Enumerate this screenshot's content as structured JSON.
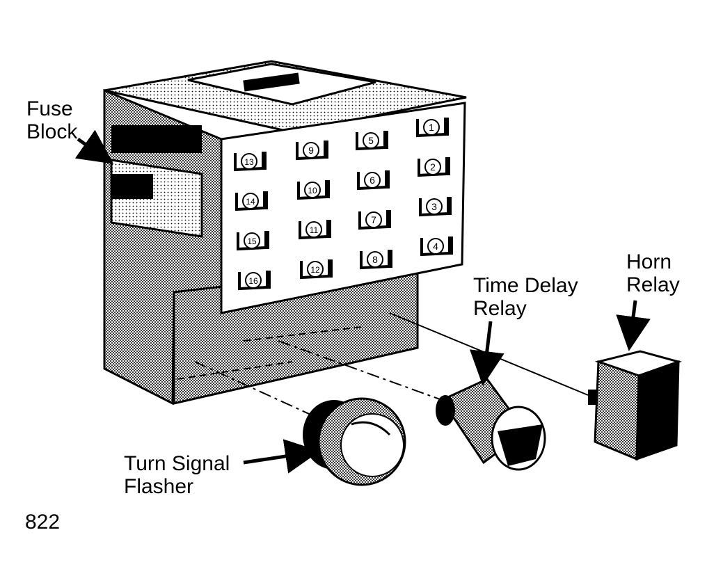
{
  "labels": {
    "fuse_block": [
      "Fuse",
      "Block"
    ],
    "time_delay_relay": [
      "Time Delay",
      "Relay"
    ],
    "horn_relay": [
      "Horn",
      "Relay"
    ],
    "turn_signal_flasher": [
      "Turn Signal",
      "Flasher"
    ]
  },
  "figure_number": "822",
  "fuse_numbers": [
    "1",
    "2",
    "3",
    "4",
    "5",
    "6",
    "7",
    "8",
    "9",
    "10",
    "11",
    "12",
    "13",
    "14",
    "15",
    "16"
  ],
  "colors": {
    "ink": "#000000",
    "paper": "#ffffff"
  }
}
